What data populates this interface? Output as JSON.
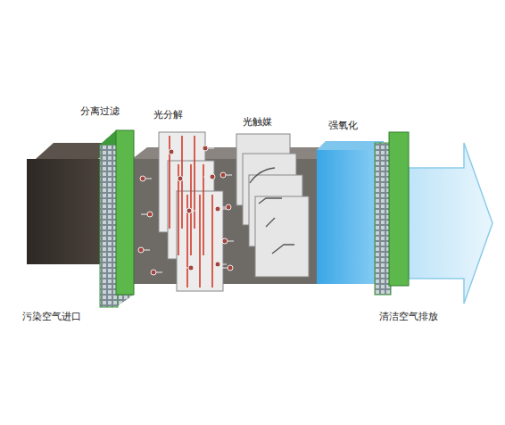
{
  "diagram": {
    "labels": [
      "分离过滤",
      "光分解",
      "光触媒",
      "强氧化",
      "污染空气进口",
      "清洁空气排放"
    ]
  }
}
